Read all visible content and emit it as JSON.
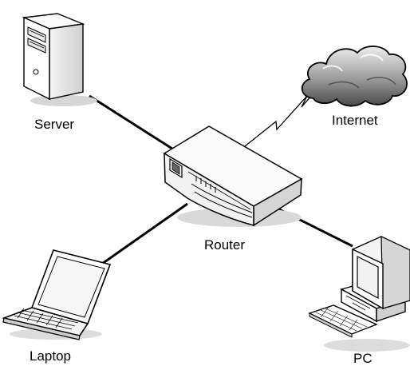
{
  "nodes": {
    "server": {
      "label": "Server"
    },
    "internet": {
      "label": "Internet"
    },
    "router": {
      "label": "Router"
    },
    "laptop": {
      "label": "Laptop"
    },
    "pc": {
      "label": "PC"
    }
  },
  "links": [
    {
      "from": "router",
      "to": "server",
      "style": "solid"
    },
    {
      "from": "router",
      "to": "laptop",
      "style": "solid"
    },
    {
      "from": "router",
      "to": "pc",
      "style": "solid"
    },
    {
      "from": "router",
      "to": "internet",
      "style": "lightning"
    }
  ],
  "colors": {
    "line": "#000000",
    "cloud_light": "#e6e6e6",
    "cloud_dark": "#5a5a5a",
    "device_fill": "#ffffff",
    "device_shade": "#d9d9d9"
  }
}
